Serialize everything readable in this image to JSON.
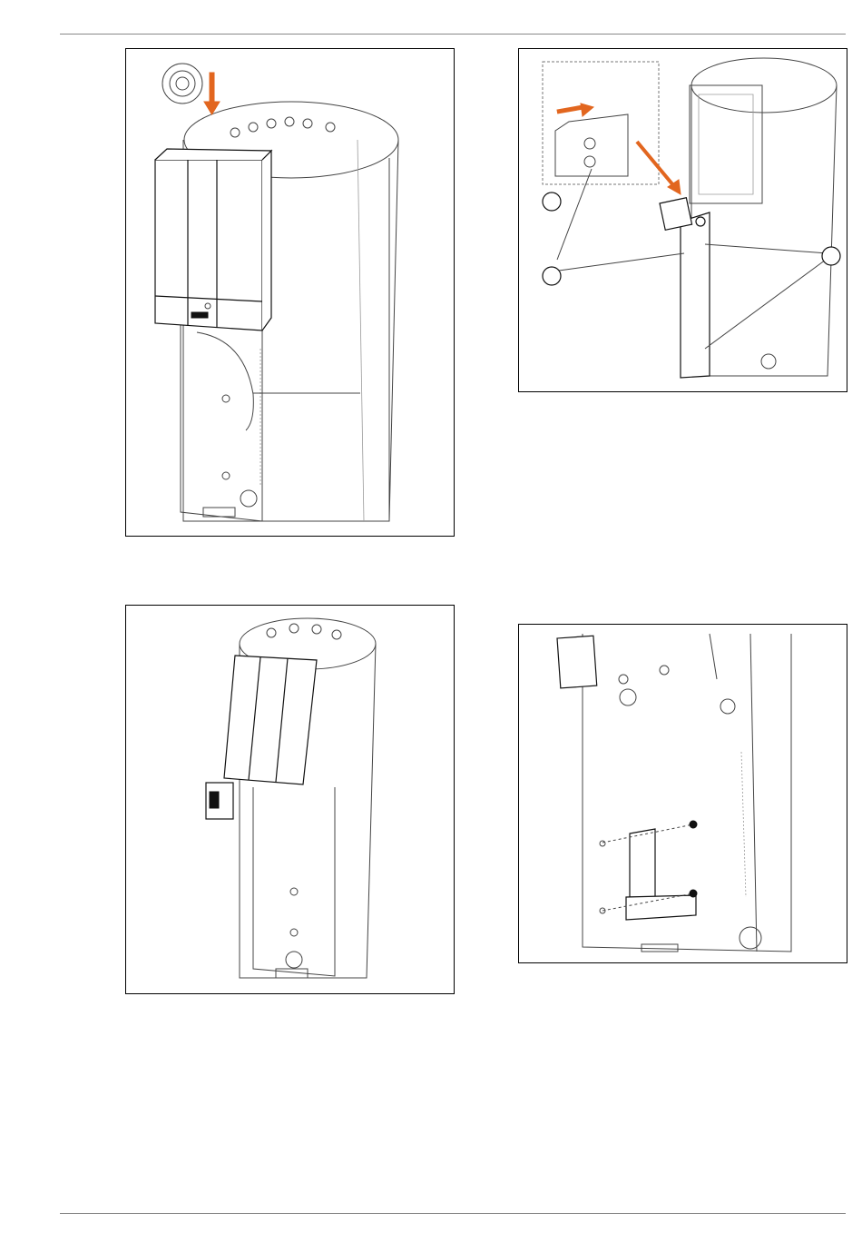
{
  "figures": [
    {
      "id": "9007199434263947",
      "accent": "#e2661f"
    },
    {
      "id": "9007199434286475",
      "accent": "#e2661f"
    },
    {
      "id": "18014398689007627"
    },
    {
      "id": "18014398689219979"
    }
  ],
  "colors": {
    "arrow": "#e2661f",
    "line": "#444444",
    "frame": "#000000"
  }
}
